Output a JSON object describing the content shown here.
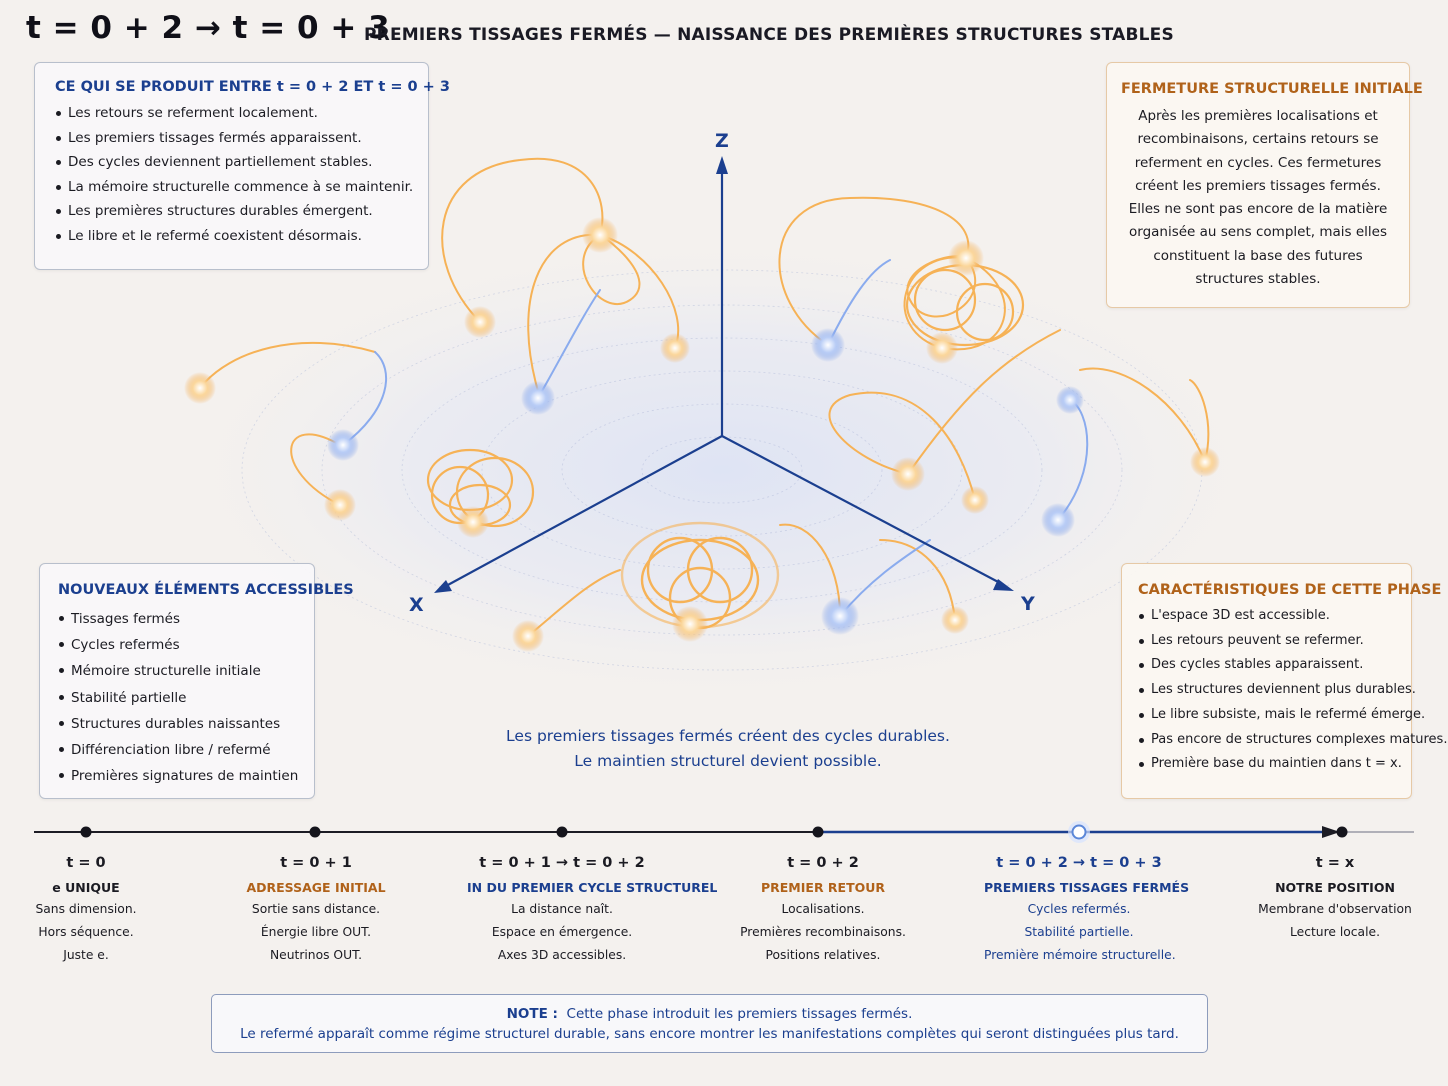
{
  "header": {
    "title": "t = 0 + 2 → t = 0 + 3",
    "subtitle": "PREMIERS TISSAGES FERMÉS — NAISSANCE DES PREMIÈRES STRUCTURES STABLES"
  },
  "panel_events": {
    "heading": "CE QUI SE PRODUIT ENTRE t = 0 + 2 ET t = 0 + 3",
    "items": [
      "Les retours se referment localement.",
      "Les premiers tissages fermés apparaissent.",
      "Des cycles deviennent partiellement stables.",
      "La mémoire structurelle commence à se maintenir.",
      "Les premières structures durables émergent.",
      "Le libre et le refermé coexistent désormais."
    ]
  },
  "panel_closure": {
    "heading": "FERMETURE STRUCTURELLE INITIALE",
    "lines": [
      "Après les premières localisations et",
      "recombinaisons, certains retours se",
      "referment en cycles. Ces fermetures",
      "créent les premiers tissages fermés.",
      "Elles ne sont pas encore de la matière",
      "organisée au sens complet, mais elles",
      "constituent la base des futures",
      "structures stables."
    ]
  },
  "panel_new": {
    "heading": "NOUVEAUX ÉLÉMENTS ACCESSIBLES",
    "items": [
      "Tissages fermés",
      "Cycles refermés",
      "Mémoire structurelle initiale",
      "Stabilité partielle",
      "Structures durables naissantes",
      "Différenciation libre / refermé",
      "Premières signatures de maintien"
    ]
  },
  "panel_traits": {
    "heading": "CARACTÉRISTIQUES DE CETTE PHASE",
    "items": [
      "L'espace 3D est accessible.",
      "Les retours peuvent se refermer.",
      "Des cycles stables apparaissent.",
      "Les structures deviennent plus durables.",
      "Le libre subsiste, mais le refermé émerge.",
      "Pas encore de structures complexes matures.",
      "Première base du maintien dans t = x."
    ]
  },
  "axes": {
    "z": "Z",
    "x": "X",
    "y": "Y"
  },
  "caption": {
    "line1": "Les premiers tissages fermés créent des cycles durables.",
    "line2": "Le maintien structurel devient possible."
  },
  "timeline": [
    {
      "t": "t = 0",
      "name": "e UNIQUE",
      "lines": [
        "Sans dimension.",
        "Hors séquence.",
        "Juste e."
      ]
    },
    {
      "t": "t = 0 + 1",
      "name": "ADRESSAGE INITIAL",
      "lines": [
        "Sortie sans distance.",
        "Énergie libre OUT.",
        "Neutrinos OUT."
      ]
    },
    {
      "t": "t = 0 + 1 → t = 0 + 2",
      "name": "IN DU PREMIER CYCLE STRUCTUREL",
      "lines": [
        "La distance naît.",
        "Espace en émergence.",
        "Axes 3D accessibles."
      ]
    },
    {
      "t": "t = 0 + 2",
      "name": "PREMIER RETOUR",
      "lines": [
        "Localisations.",
        "Premières recombinaisons.",
        "Positions relatives."
      ]
    },
    {
      "t": "t = 0 + 2 → t = 0 + 3",
      "name": "PREMIERS TISSAGES FERMÉS",
      "lines": [
        "Cycles refermés.",
        "Stabilité partielle.",
        "Première mémoire structurelle."
      ]
    },
    {
      "t": "t = x",
      "name": "NOTRE POSITION",
      "lines": [
        "Membrane d'observation",
        "Lecture locale."
      ]
    }
  ],
  "note": {
    "label": "NOTE :",
    "line1": "Cette phase introduit les premiers tissages fermés.",
    "line2": "Le refermé apparaît comme régime structurel durable, sans encore montrer les manifestations complètes qui seront distinguées plus tard."
  },
  "colors": {
    "blue": "#1b3f8f",
    "amber": "#b0621a",
    "glow_warm": "#f6b256",
    "glow_cool": "#7fa6ee"
  }
}
